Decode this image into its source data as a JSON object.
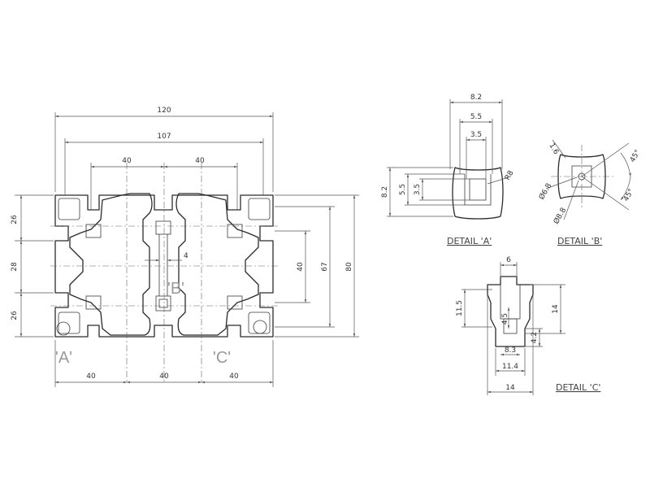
{
  "main_profile": {
    "dims": {
      "overall_width": "120",
      "inner_width": "107",
      "top_span_left": "40",
      "top_span_right": "40",
      "bottom_span_1": "40",
      "bottom_span_2": "40",
      "bottom_span_3": "40",
      "left_top": "26",
      "left_middle": "28",
      "left_bottom": "26",
      "right_inner": "40",
      "right_middle": "67",
      "right_overall": "80",
      "web_thickness": "4"
    },
    "callouts": {
      "a": "'A'",
      "b": "'B'",
      "c": "'C'"
    }
  },
  "detail_a": {
    "title": "DETAIL 'A'",
    "dims": {
      "top_width": "8.2",
      "mid_width": "5.5",
      "inner_width": "3.5",
      "left_height": "8.2",
      "mid_height": "5.5",
      "inner_height": "3.5",
      "radius": "R8"
    }
  },
  "detail_b": {
    "title": "DETAIL 'B'",
    "dims": {
      "chamfer": "1.6",
      "angle_top": "45°",
      "angle_bottom": "45°",
      "dia_inner": "Ø6.8",
      "dia_outer": "Ø8.8"
    }
  },
  "detail_c": {
    "title": "DETAIL 'C'",
    "dims": {
      "slot_top": "6",
      "left_height": "11.5",
      "right_height": "14",
      "inner_small": "4.5",
      "right_small": "4.2",
      "width_83": "8.3",
      "width_114": "11.4",
      "overall_width": "14"
    }
  }
}
